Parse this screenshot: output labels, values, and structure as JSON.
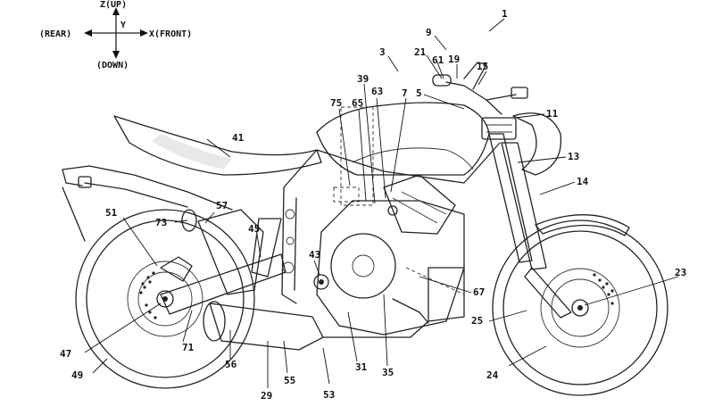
{
  "axes": {
    "z_up": "Z(UP)",
    "y": "Y",
    "x_front": "X(FRONT)",
    "rear": "(REAR)",
    "down": "(DOWN)"
  },
  "labels": [
    {
      "id": "1",
      "text": "1"
    },
    {
      "id": "3",
      "text": "3"
    },
    {
      "id": "5",
      "text": "5"
    },
    {
      "id": "7",
      "text": "7"
    },
    {
      "id": "9",
      "text": "9"
    },
    {
      "id": "11",
      "text": "11"
    },
    {
      "id": "13",
      "text": "13"
    },
    {
      "id": "14",
      "text": "14"
    },
    {
      "id": "15",
      "text": "15"
    },
    {
      "id": "19",
      "text": "19"
    },
    {
      "id": "21",
      "text": "21"
    },
    {
      "id": "23",
      "text": "23"
    },
    {
      "id": "24",
      "text": "24"
    },
    {
      "id": "25",
      "text": "25"
    },
    {
      "id": "29",
      "text": "29"
    },
    {
      "id": "31",
      "text": "31"
    },
    {
      "id": "35",
      "text": "35"
    },
    {
      "id": "39",
      "text": "39"
    },
    {
      "id": "41",
      "text": "41"
    },
    {
      "id": "43",
      "text": "43"
    },
    {
      "id": "45",
      "text": "45"
    },
    {
      "id": "47",
      "text": "47"
    },
    {
      "id": "49",
      "text": "49"
    },
    {
      "id": "51",
      "text": "51"
    },
    {
      "id": "53",
      "text": "53"
    },
    {
      "id": "55",
      "text": "55"
    },
    {
      "id": "56",
      "text": "56"
    },
    {
      "id": "57",
      "text": "57"
    },
    {
      "id": "61",
      "text": "61"
    },
    {
      "id": "63",
      "text": "63"
    },
    {
      "id": "65",
      "text": "65"
    },
    {
      "id": "67",
      "text": "67"
    },
    {
      "id": "71",
      "text": "71"
    },
    {
      "id": "73",
      "text": "73"
    },
    {
      "id": "75",
      "text": "75"
    }
  ]
}
